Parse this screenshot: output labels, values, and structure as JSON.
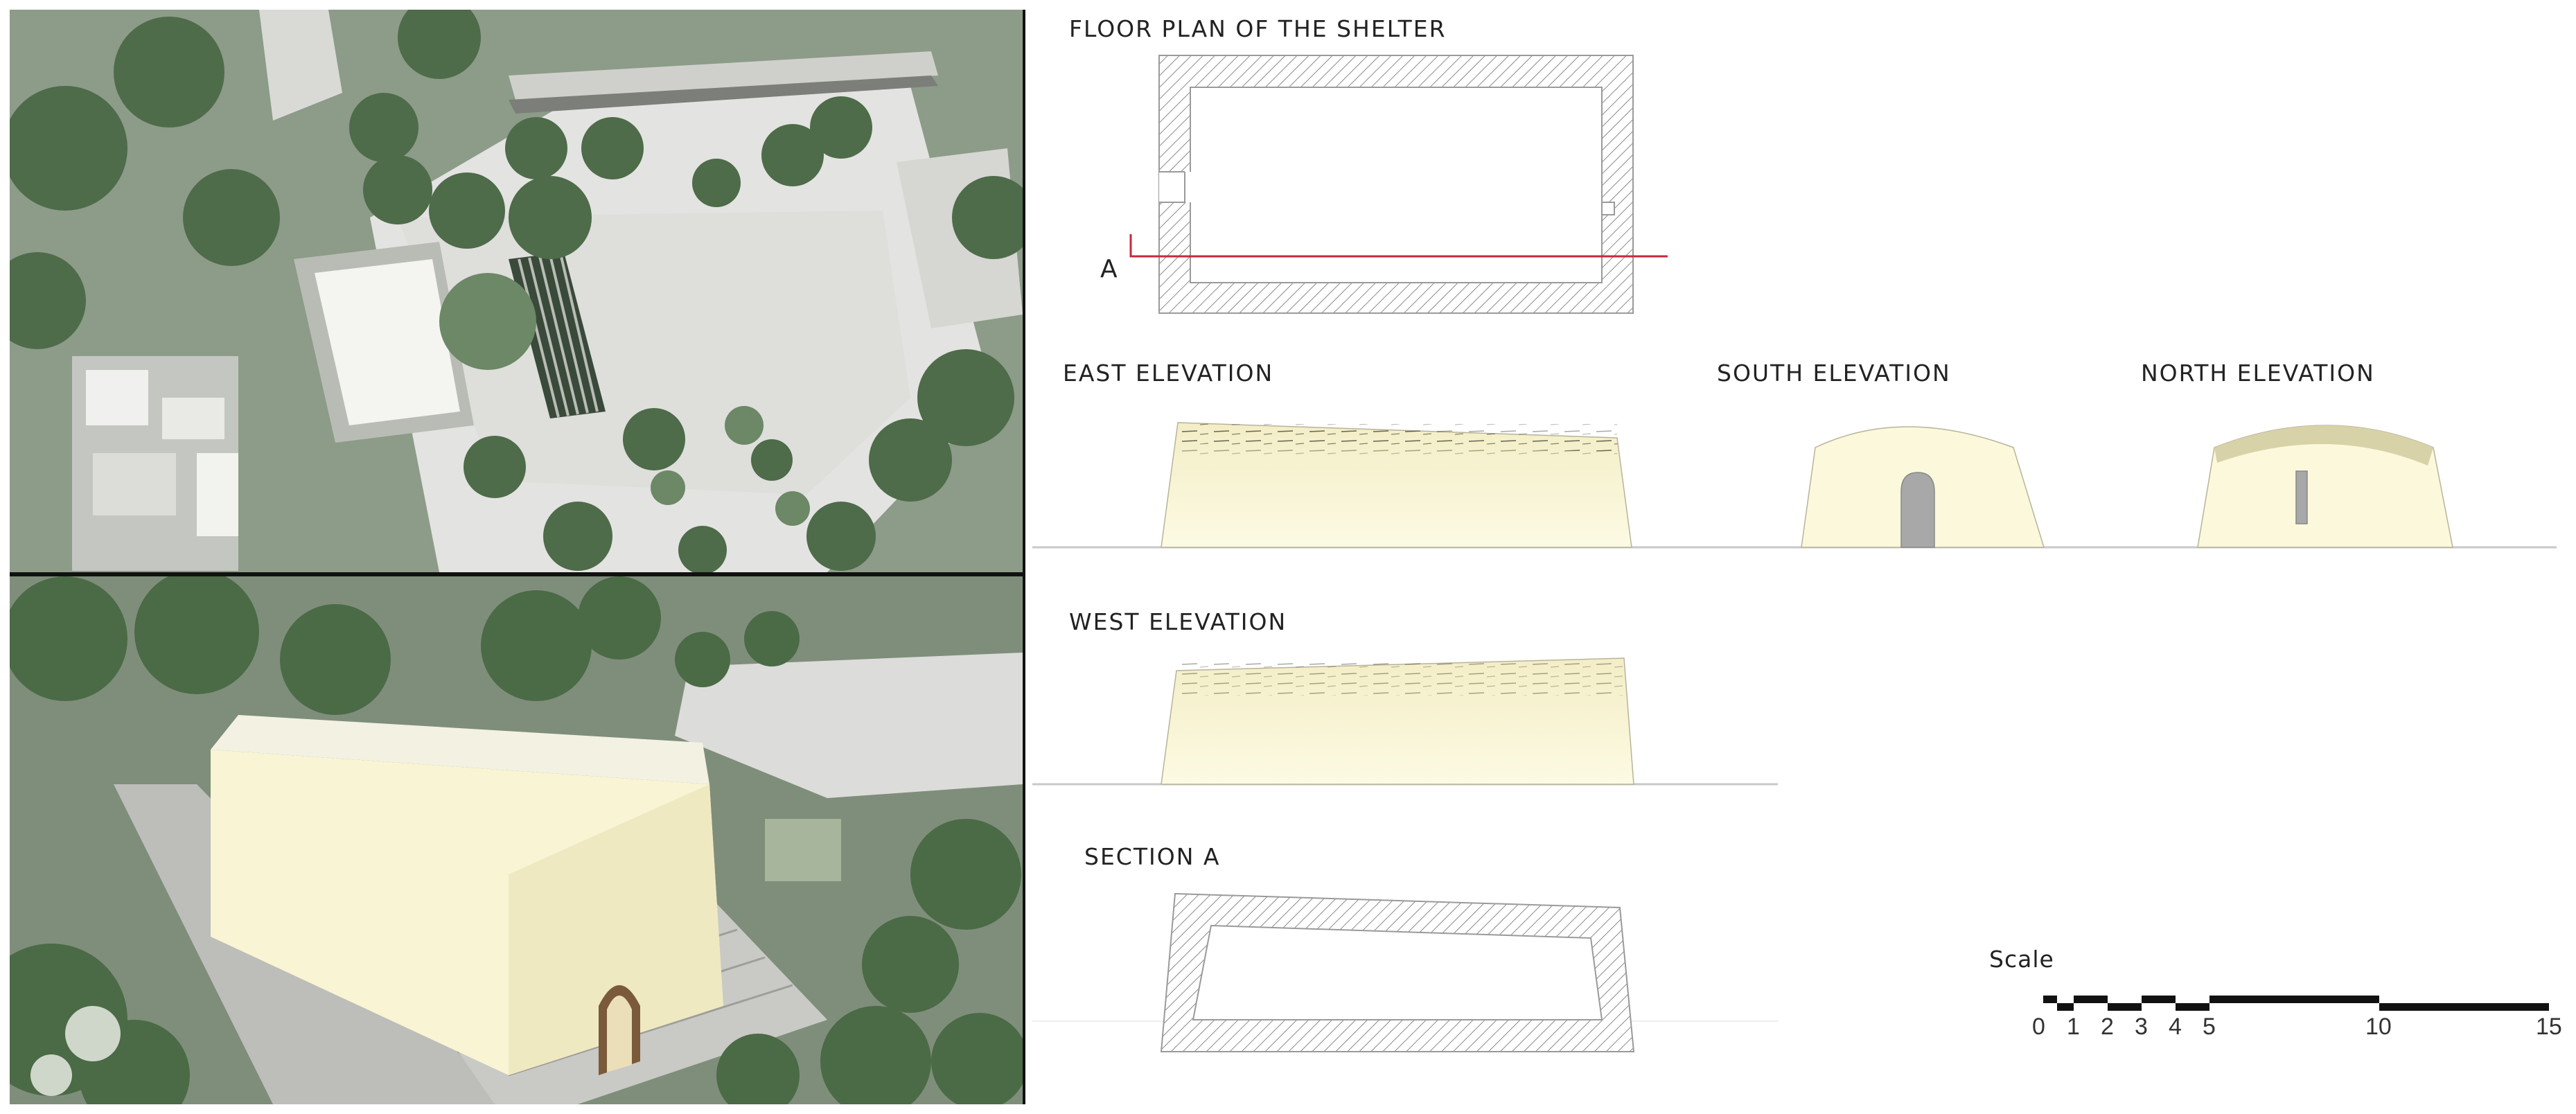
{
  "labels": {
    "floor_plan": "FLOOR PLAN OF THE SHELTER",
    "section_marker": "A",
    "east": "EAST ELEVATION",
    "south": "SOUTH  ELEVATION",
    "north": "NORTH  ELEVATION",
    "west": "WEST  ELEVATION",
    "section": "SECTION A",
    "scale": "Scale"
  },
  "scale_ticks": [
    "0",
    "1",
    "2",
    "3",
    "4",
    "5",
    "10",
    "15"
  ],
  "colors": {
    "wall_fill": "#fbf8dc",
    "hatch": "#8a8a8a",
    "section_line": "#c8283c",
    "ground": "#c8c8c8",
    "vegetation_dark": "#3f5a3e",
    "vegetation_mid": "#5d7c57",
    "paving": "#e3e3e1"
  }
}
